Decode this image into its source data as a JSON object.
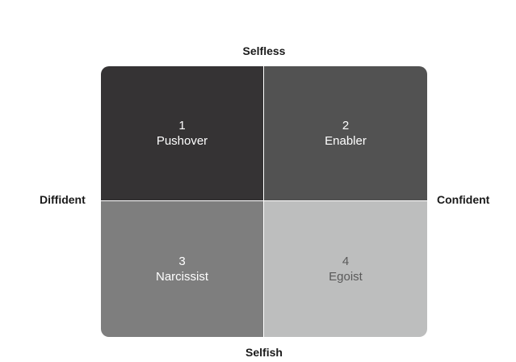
{
  "axes": {
    "top": "Selfless",
    "bottom": "Selfish",
    "left": "Diffident",
    "right": "Confident"
  },
  "quadrants": [
    {
      "number": "1",
      "label": "Pushover",
      "color": "#353334"
    },
    {
      "number": "2",
      "label": "Enabler",
      "color": "#525252"
    },
    {
      "number": "3",
      "label": "Narcissist",
      "color": "#7e7e7e"
    },
    {
      "number": "4",
      "label": "Egoist",
      "color": "#bdbebe"
    }
  ]
}
